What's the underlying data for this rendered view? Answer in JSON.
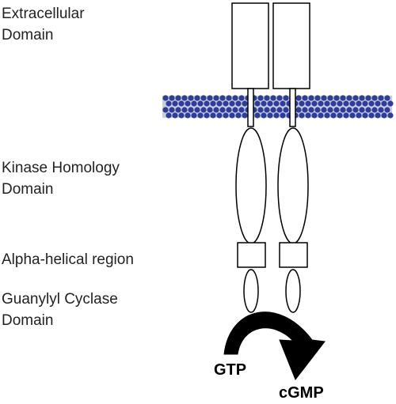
{
  "labels": {
    "extracellular": [
      "Extracellular",
      "Domain"
    ],
    "kinase": [
      "Kinase Homology",
      "Domain"
    ],
    "alpha": "Alpha-helical region",
    "guanylyl": [
      "Guanylyl Cyclase",
      "Domain"
    ]
  },
  "reaction": {
    "substrate": "GTP",
    "product": "cGMP"
  },
  "colors": {
    "membrane_head": "#2f3d9a",
    "membrane_tail": "#c9cde0",
    "outline": "#000000",
    "arrow": "#000000"
  }
}
